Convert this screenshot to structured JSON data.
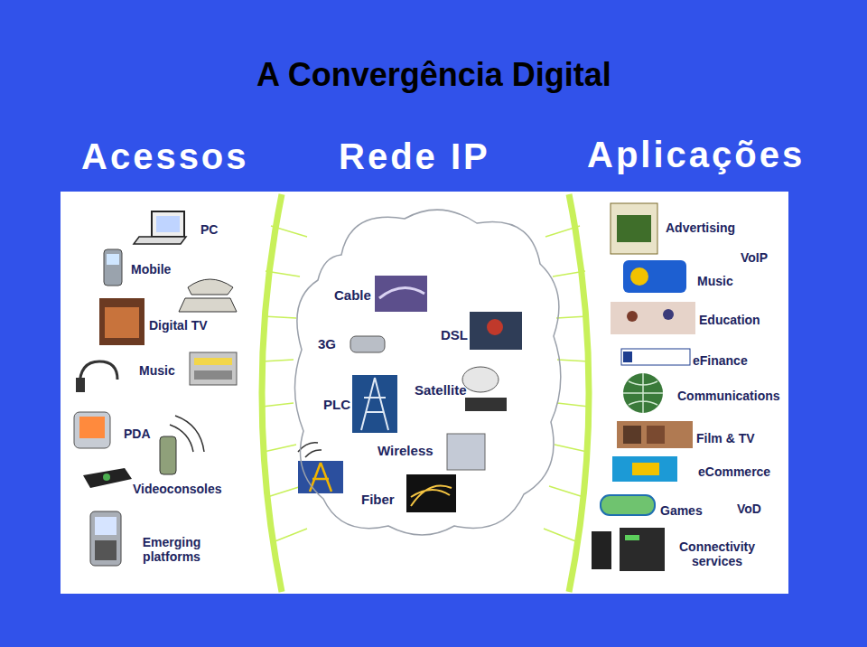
{
  "diagram": {
    "title": "A Convergência Digital",
    "nodes": [
      {
        "text": [
          "Cable",
          "3G",
          "DSL",
          "PLC",
          "Satellite",
          "Wireless",
          "Fiber"
        ]
      }
    ],
    "labels": [
      "Acessos",
      "Rede IP",
      "Aplicações",
      "PC",
      "Mobile",
      "Digital TV",
      "Music",
      "PDA",
      "Videoconsoles",
      "Emerging platforms",
      "Advertising",
      "VoIP",
      "Music",
      "Education",
      "eFinance",
      "Communications",
      "Film & TV",
      "eCommerce",
      "Games",
      "VoD",
      "Connectivity services"
    ]
  }
}
